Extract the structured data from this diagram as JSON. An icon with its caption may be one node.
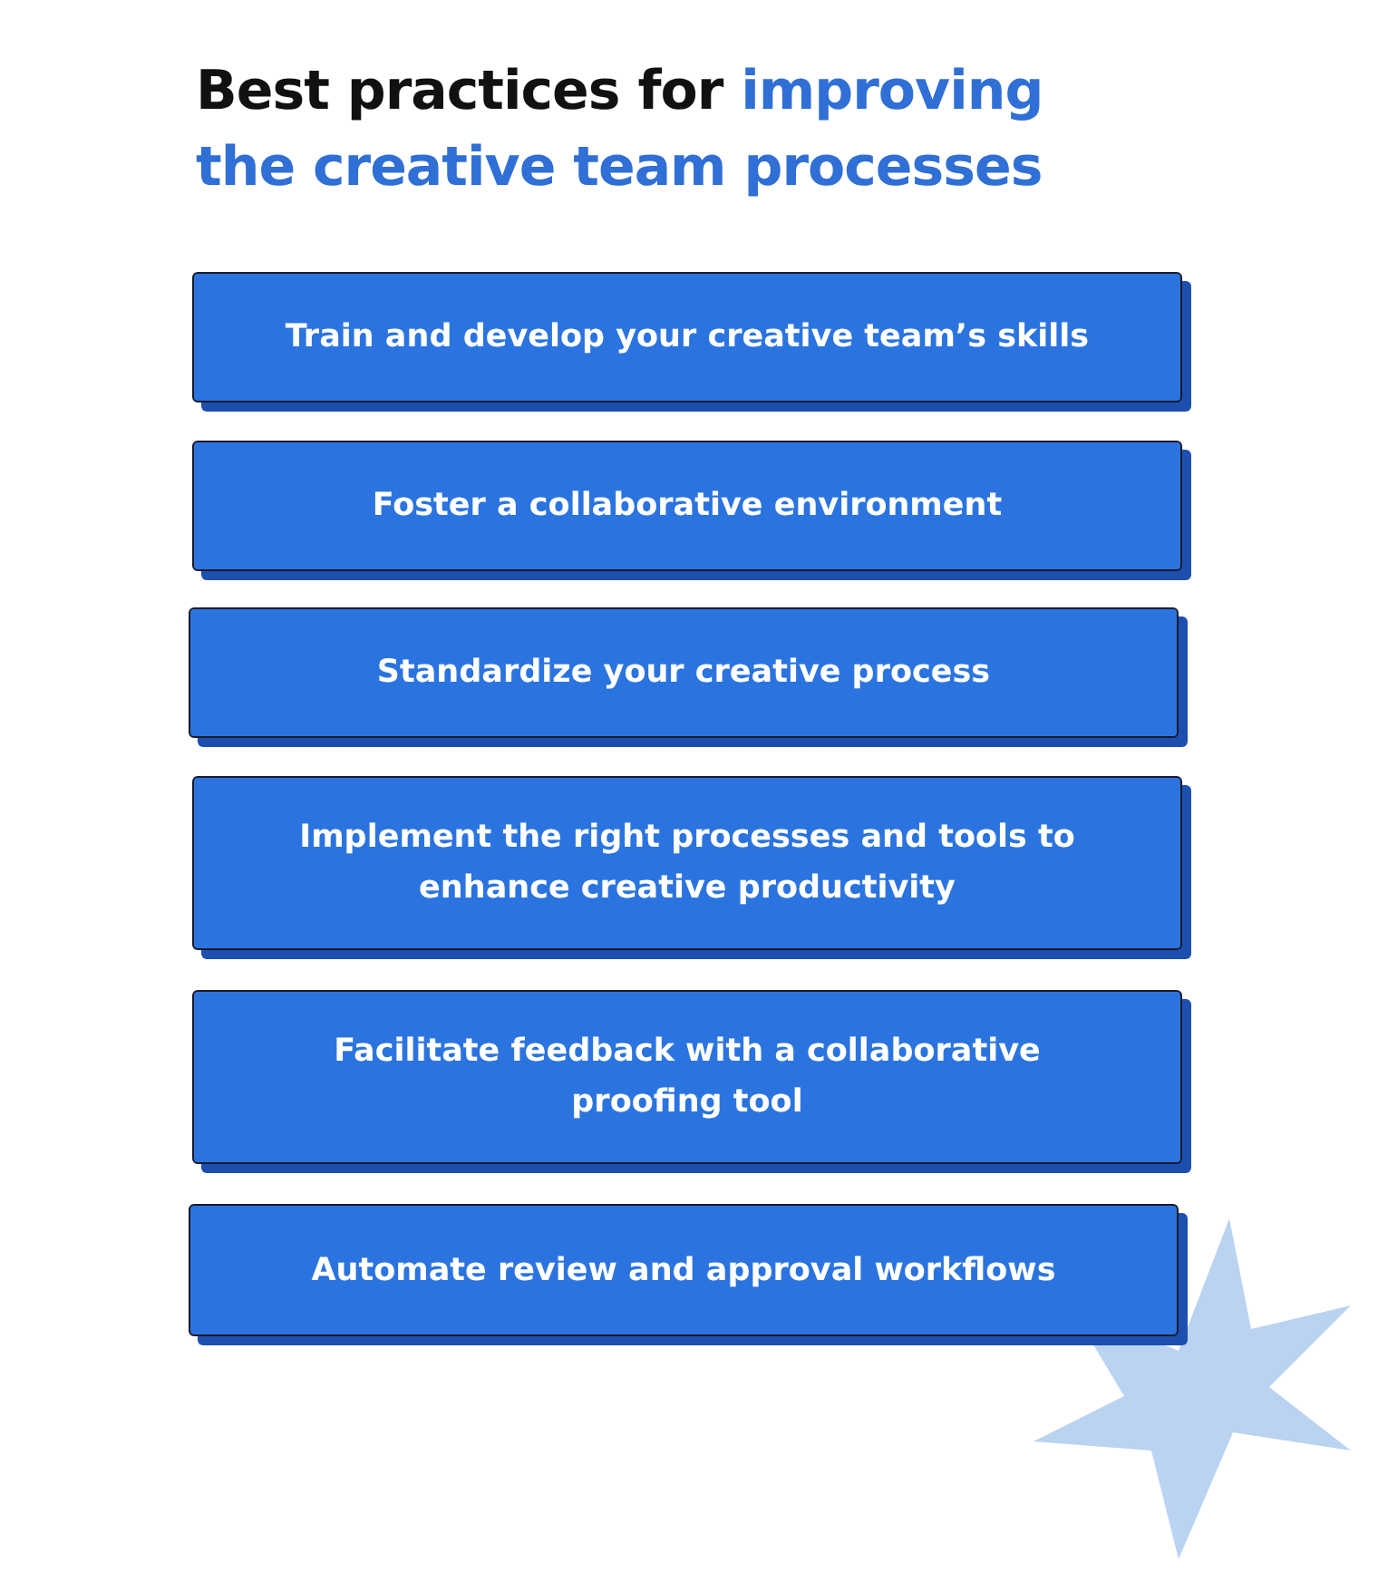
{
  "diagram": {
    "title": "Best practices for **improving the creative team processes**",
    "nodes": [
      {
        "text": [
          "Train and develop your creative team’s skills"
        ]
      },
      {
        "text": [
          "Foster a collaborative environment"
        ]
      },
      {
        "text": [
          "Standardize your creative process"
        ]
      },
      {
        "text": [
          "Implement the right processes and tools to enhance creative productivity"
        ]
      },
      {
        "text": [
          "Facilitate feedback with a collaborative proofing tool"
        ]
      },
      {
        "text": [
          "Automate review and approval workflows"
        ]
      }
    ]
  }
}
